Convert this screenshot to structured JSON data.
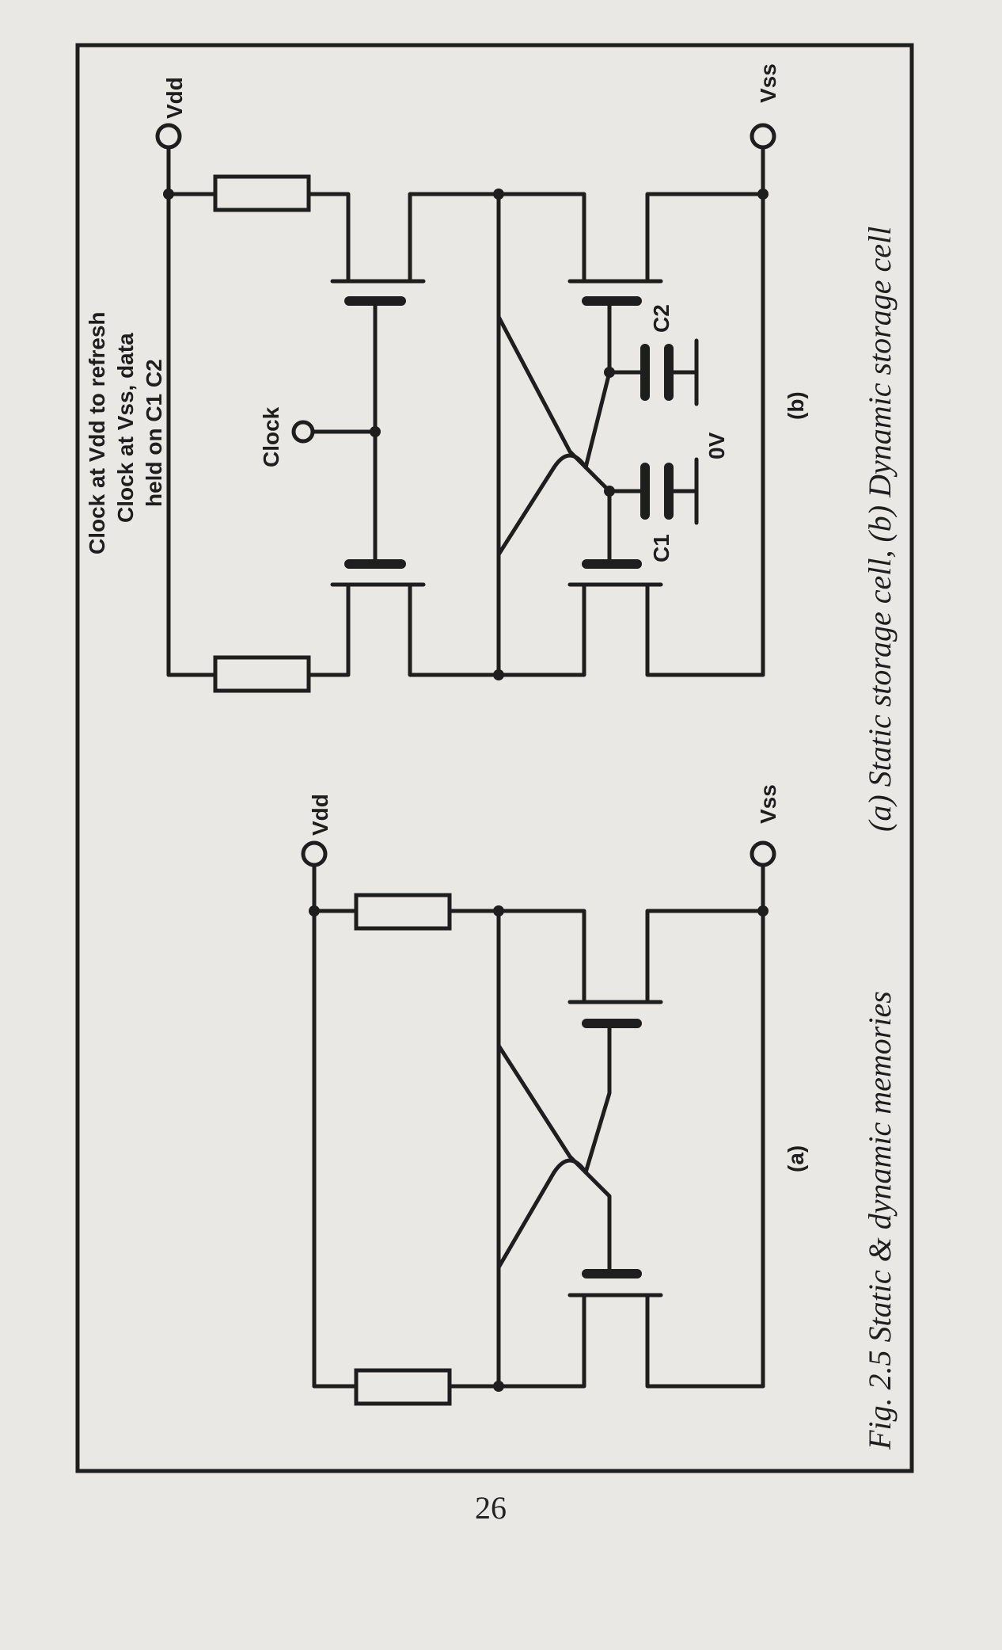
{
  "figure": {
    "caption_main": "Fig. 2.5 Static & dynamic memories",
    "caption_sub": "(a) Static storage cell, (b) Dynamic storage cell"
  },
  "cell_a": {
    "label": "(a)",
    "vdd": "Vdd",
    "vss": "Vss"
  },
  "cell_b": {
    "label": "(b)",
    "vdd": "Vdd",
    "vss": "Vss",
    "clock": "Clock",
    "c1": "C1",
    "c2": "C2",
    "ground": "0V",
    "note_lines": [
      "Clock at Vdd to refresh",
      "Clock at Vss, data",
      "held on C1  C2"
    ]
  },
  "page_number": "26"
}
